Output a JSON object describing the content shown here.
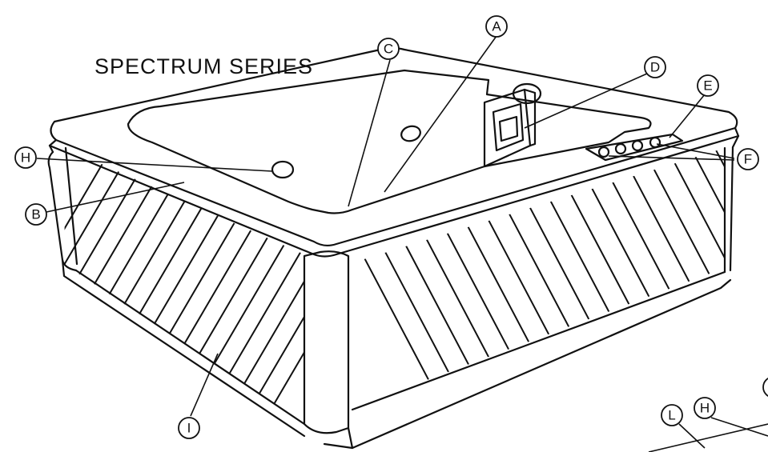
{
  "title": "SPECTRUM SERIES",
  "callouts": [
    {
      "id": "A",
      "label": "A"
    },
    {
      "id": "C",
      "label": "C"
    },
    {
      "id": "D",
      "label": "D"
    },
    {
      "id": "E",
      "label": "E"
    },
    {
      "id": "F",
      "label": "F"
    },
    {
      "id": "H",
      "label": "H"
    },
    {
      "id": "B",
      "label": "B"
    },
    {
      "id": "I",
      "label": "I"
    },
    {
      "id": "L",
      "label": "L"
    },
    {
      "id": "H2",
      "label": "H"
    }
  ],
  "colors": {
    "ink": "#111111",
    "paper": "#ffffff"
  }
}
